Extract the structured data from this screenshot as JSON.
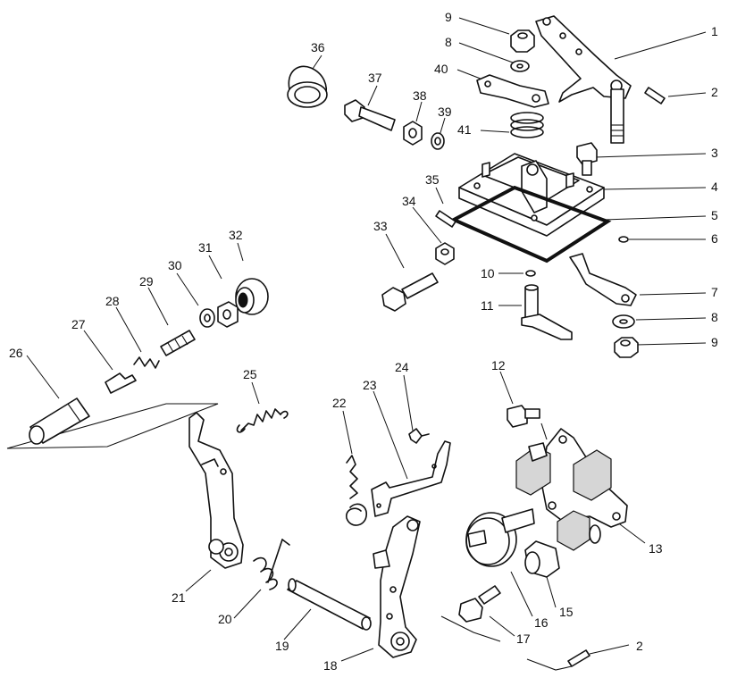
{
  "callouts": [
    {
      "text": "1"
    },
    {
      "text": "2"
    },
    {
      "text": "3"
    },
    {
      "text": "4"
    },
    {
      "text": "5"
    },
    {
      "text": "6"
    },
    {
      "text": "7"
    },
    {
      "text": "8"
    },
    {
      "text": "9"
    },
    {
      "text": "10"
    },
    {
      "text": "11"
    },
    {
      "text": "12"
    },
    {
      "text": "13"
    },
    {
      "text": "15"
    },
    {
      "text": "16"
    },
    {
      "text": "17"
    },
    {
      "text": "2"
    },
    {
      "text": "18"
    },
    {
      "text": "19"
    },
    {
      "text": "20"
    },
    {
      "text": "21"
    },
    {
      "text": "22"
    },
    {
      "text": "23"
    },
    {
      "text": "24"
    },
    {
      "text": "25"
    },
    {
      "text": "26"
    },
    {
      "text": "27"
    },
    {
      "text": "28"
    },
    {
      "text": "29"
    },
    {
      "text": "30"
    },
    {
      "text": "31"
    },
    {
      "text": "32"
    },
    {
      "text": "33"
    },
    {
      "text": "34"
    },
    {
      "text": "35"
    },
    {
      "text": "36"
    },
    {
      "text": "37"
    },
    {
      "text": "38"
    },
    {
      "text": "39"
    },
    {
      "text": "40"
    },
    {
      "text": "41"
    },
    {
      "text": "9"
    },
    {
      "text": "8"
    }
  ]
}
